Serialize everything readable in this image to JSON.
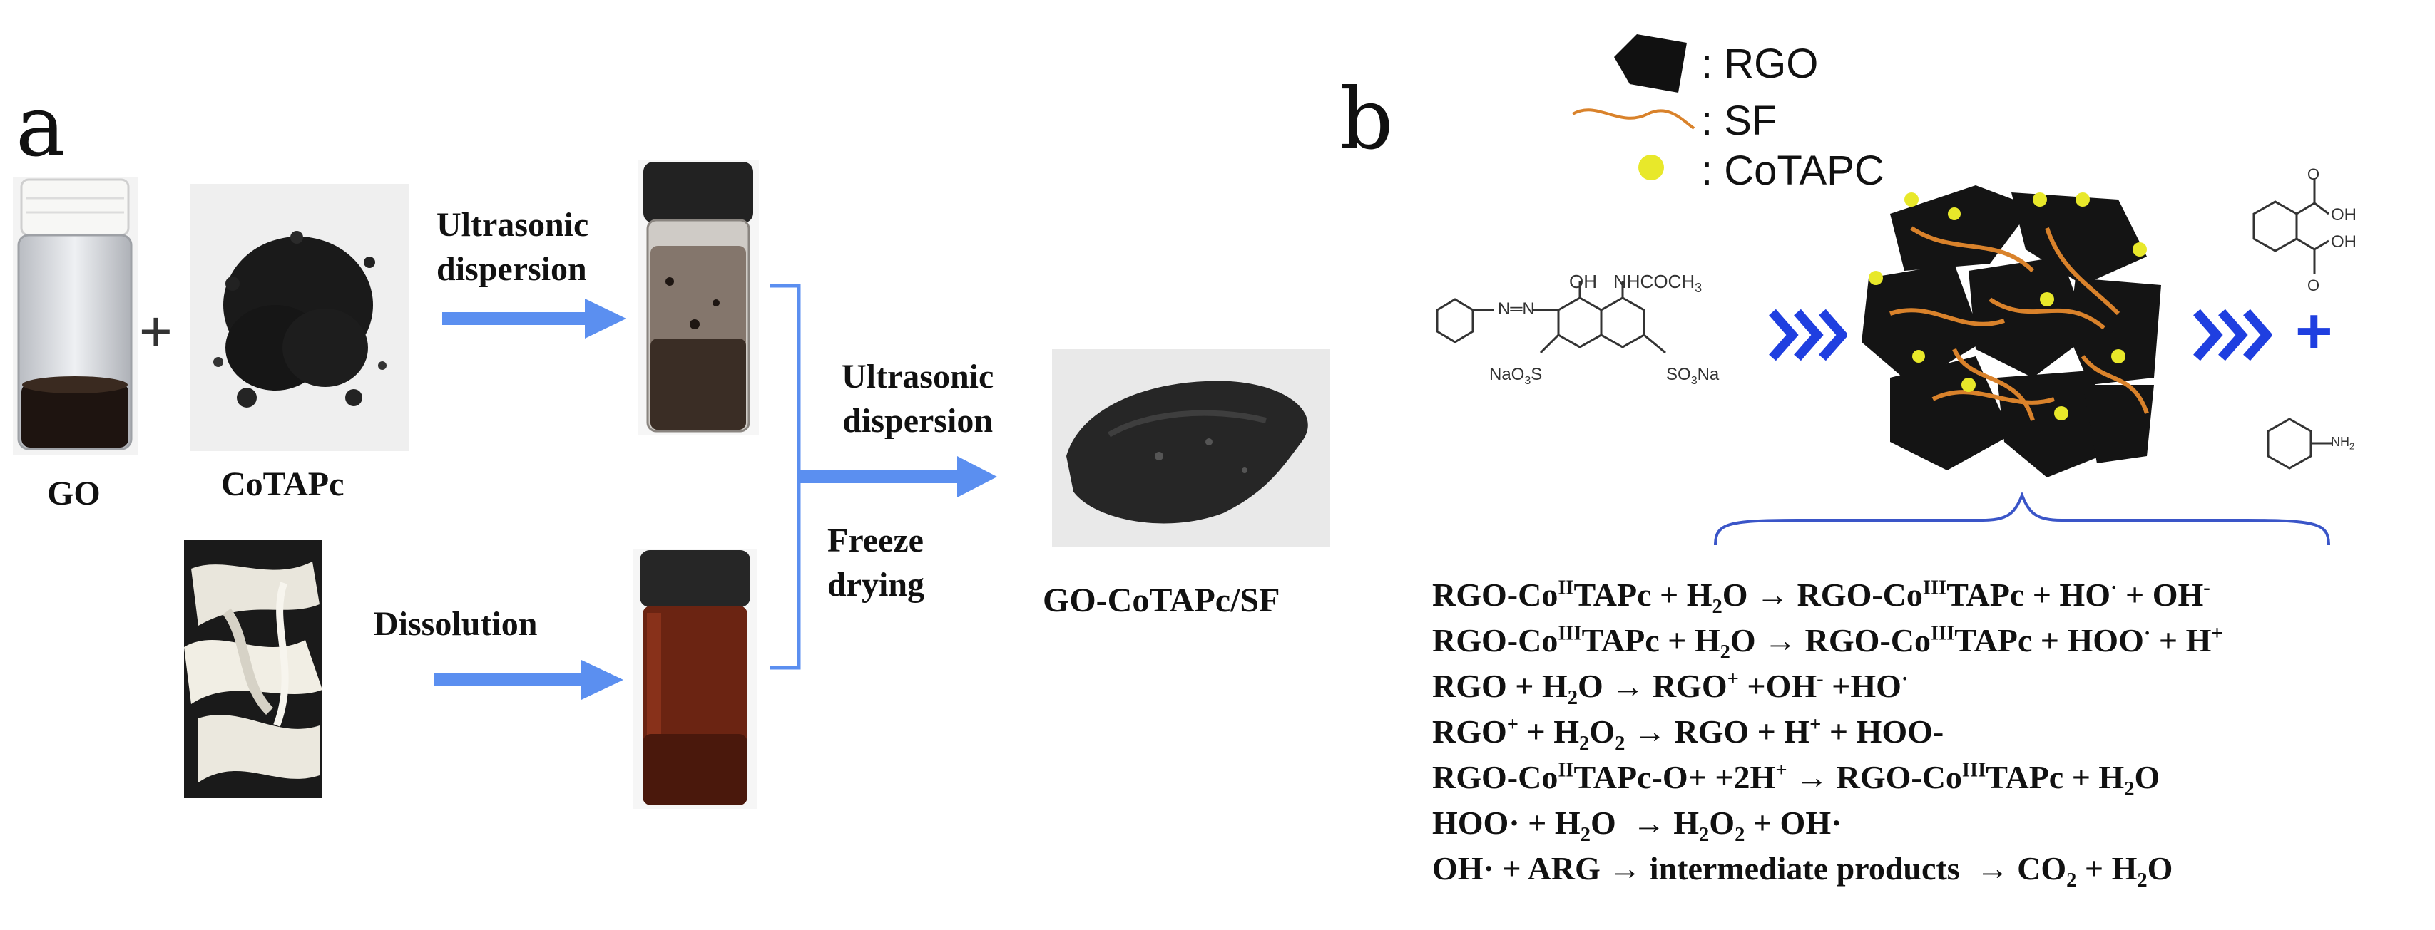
{
  "panel_a": {
    "letter": "a",
    "go_label": "GO",
    "plus": "+",
    "cotapc_label": "CoTAPc",
    "step1_label_line1": "Ultrasonic",
    "step1_label_line2": "dispersion",
    "dissolution_label": "Dissolution",
    "step2_label_line1": "Ultrasonic",
    "step2_label_line2": "dispersion",
    "freeze_line1": "Freeze",
    "freeze_line2": "drying",
    "product_label": "GO-CoTAPc/SF"
  },
  "panel_b": {
    "letter": "b",
    "legend": [
      {
        "symbol": "black-sheet",
        "label": ": RGO"
      },
      {
        "symbol": "orange-fiber",
        "label": ": SF"
      },
      {
        "symbol": "yellow-dot",
        "label": ": CoTAPC"
      }
    ],
    "dye": {
      "oh": "OH",
      "nhcoch3": "NHCOCH",
      "nhcoch3_sub": "3",
      "naso3_left": "NaO",
      "naso3_left_sub": "3",
      "naso3_left_s": "S",
      "so3na_right": "SO",
      "so3na_right_sub": "3",
      "so3na_right_na": "Na",
      "azo": "N═N"
    },
    "products": {
      "phthalic_oh1": "OH",
      "phthalic_oh2": "OH",
      "phthalic_o1": "O",
      "phthalic_o2": "O",
      "plus": "+",
      "aniline_nh2": "NH",
      "aniline_sub": "2"
    },
    "colors": {
      "chevron_blue": "#1f3fe0",
      "arrow_blue": "#5b8ff0",
      "brace_blue": "#3a55c8",
      "fiber_orange": "#d9822b",
      "dot_yellow": "#e8e82a"
    },
    "equations": [
      "RGO-Co<sup>II</sup>TAPc + H<sub>2</sub>O → RGO-Co<sup>III</sup>TAPc + HO<sup>·</sup> + OH<sup>-</sup>",
      "RGO-Co<sup>III</sup>TAPc + H<sub>2</sub>O → RGO-Co<sup>III</sup>TAPc + HOO<sup>·</sup> + H<sup>+</sup>",
      "RGO + H<sub>2</sub>O → RGO<sup>+</sup> +OH<sup>-</sup> +HO<sup>·</sup>",
      "RGO<sup>+</sup> + H<sub>2</sub>O<sub>2</sub> → RGO + H<sup>+</sup> + HOO-",
      "RGO-Co<sup>II</sup>TAPc-O+ +2H<sup>+</sup> → RGO-Co<sup>III</sup>TAPc + H<sub>2</sub>O",
      "HOO· + H<sub>2</sub>O &nbsp;→ H<sub>2</sub>O<sub>2</sub> + OH·",
      "OH· + ARG → intermediate products &nbsp;→ CO<sub>2</sub> + H<sub>2</sub>O"
    ]
  }
}
